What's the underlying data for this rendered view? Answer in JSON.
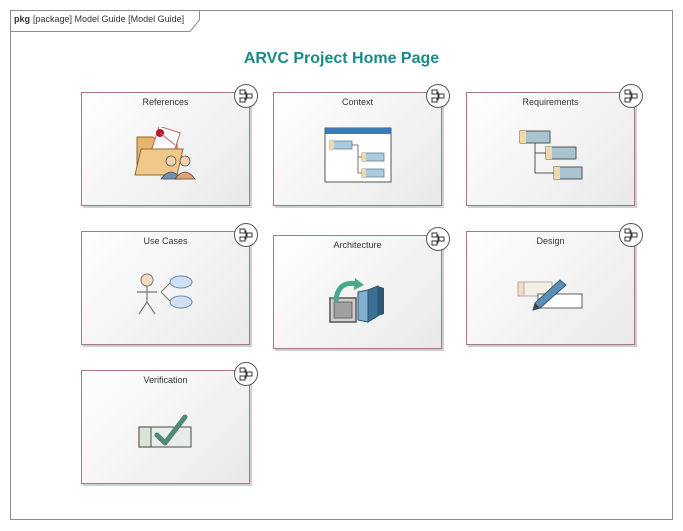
{
  "frame": {
    "keyword": "pkg",
    "label": "[package] Model Guide [Model Guide]"
  },
  "title": "ARVC Project Home Page",
  "cards": [
    {
      "label": "References",
      "icon": "folder-people-icon"
    },
    {
      "label": "Context",
      "icon": "context-diagram-icon"
    },
    {
      "label": "Requirements",
      "icon": "requirements-hierarchy-icon"
    },
    {
      "label": "Use Cases",
      "icon": "use-case-actor-icon"
    },
    {
      "label": "Architecture",
      "icon": "architecture-blocks-icon"
    },
    {
      "label": "Design",
      "icon": "design-pencil-icon"
    },
    {
      "label": "Verification",
      "icon": "verification-checkmark-icon"
    }
  ],
  "colors": {
    "title": "#1a8a87",
    "card_border": "#a37a7e",
    "frame_border": "#8c8c8c"
  }
}
